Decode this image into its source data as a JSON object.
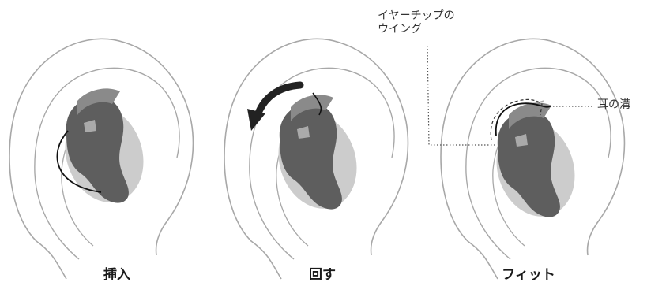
{
  "steps": [
    {
      "label": "挿入"
    },
    {
      "label": "回す"
    },
    {
      "label": "フィット"
    }
  ],
  "callouts": {
    "wing_line1": "イヤーチップの",
    "wing_line2": "ウイング",
    "ear_groove": "耳の溝"
  },
  "colors": {
    "ear_outline": "#a8a8a8",
    "shell_light": "#cccccc",
    "body_dark": "#5e5e5e",
    "wing_mid": "#8a8a8a",
    "arrow": "#222222"
  }
}
